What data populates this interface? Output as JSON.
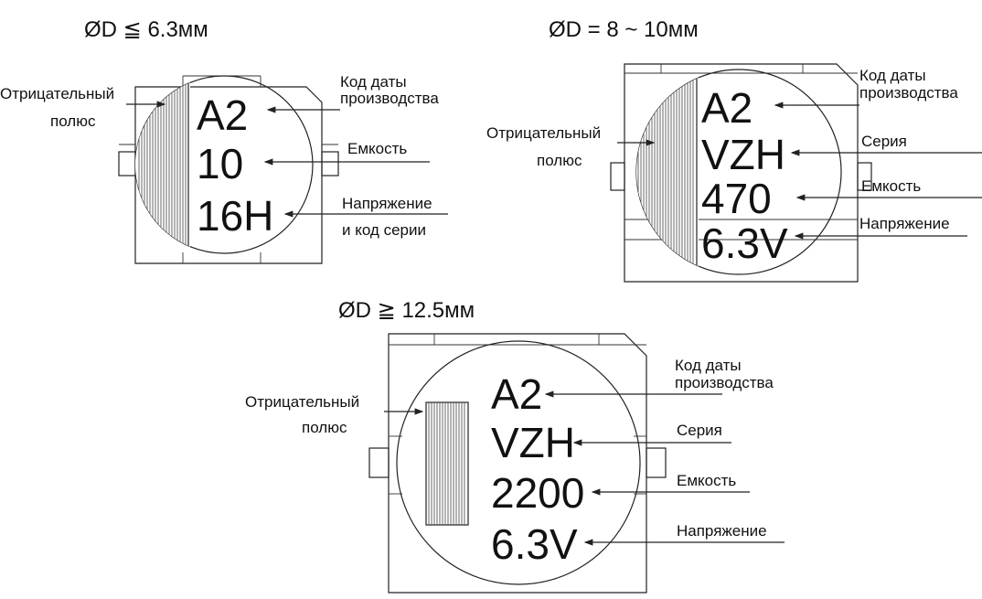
{
  "diagram1": {
    "title": "ØD ≦ 6.3мм",
    "marking": [
      "A2",
      "10",
      "16H"
    ],
    "labels": {
      "negative_line1": "Отрицательный",
      "negative_line2": "полюс",
      "date_code_line1": "Код даты",
      "date_code_line2": "производства",
      "capacitance": "Емкость",
      "voltage_line1": "Напряжение",
      "voltage_line2": "и код серии"
    }
  },
  "diagram2": {
    "title": "ØD = 8 ~ 10мм",
    "marking": [
      "A2",
      "VZH",
      "470",
      "6.3V"
    ],
    "labels": {
      "negative_line1": "Отрицательный",
      "negative_line2": "полюс",
      "date_code_line1": "Код даты",
      "date_code_line2": "производства",
      "series": "Серия",
      "capacitance": "Емкость",
      "voltage": "Напряжение"
    }
  },
  "diagram3": {
    "title": "ØD ≧ 12.5мм",
    "marking": [
      "A2",
      "VZH",
      "2200",
      "6.3V"
    ],
    "labels": {
      "negative_line1": "Отрицательный",
      "negative_line2": "полюс",
      "date_code_line1": "Код даты",
      "date_code_line2": "производства",
      "series": "Серия",
      "capacitance": "Емкость",
      "voltage": "Напряжение"
    }
  }
}
